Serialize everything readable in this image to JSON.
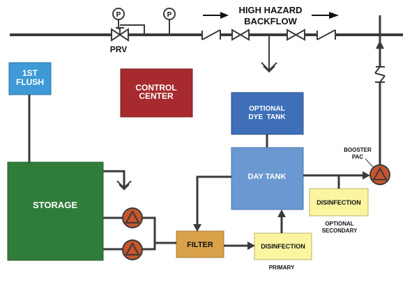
{
  "header": {
    "title_line1": "HIGH HAZARD",
    "title_line2": "BACKFLOW"
  },
  "valves": {
    "prv_label": "PRV",
    "gauge_symbol": "P"
  },
  "boxes": {
    "first_flush_line1": "1ST",
    "first_flush_line2": "FLUSH",
    "control_center_line1": "CONTROL",
    "control_center_line2": "CENTER",
    "dye_tank_line1": "OPTIONAL",
    "dye_tank_line2": "DYE  TANK",
    "day_tank": "DAY TANK",
    "storage": "STORAGE",
    "filter": "FILTER",
    "disinfection_primary": "DISINFECTION",
    "disinfection_secondary": "DISINFECTION"
  },
  "captions": {
    "primary": "PRIMARY",
    "secondary_line1": "OPTIONAL",
    "secondary_line2": "SECONDARY",
    "booster_line1": "BOOSTER",
    "booster_line2": "PAC"
  },
  "colors": {
    "pipe": "#3a3a3a",
    "first_flush": "#3e9ad6",
    "control_center": "#a72a2e",
    "dye_tank": "#3f6fb8",
    "day_tank": "#6b98d0",
    "storage": "#2f7d3a",
    "filter": "#d9a24a",
    "disinfection": "#fbf5a0",
    "pump": "#c4552d"
  }
}
